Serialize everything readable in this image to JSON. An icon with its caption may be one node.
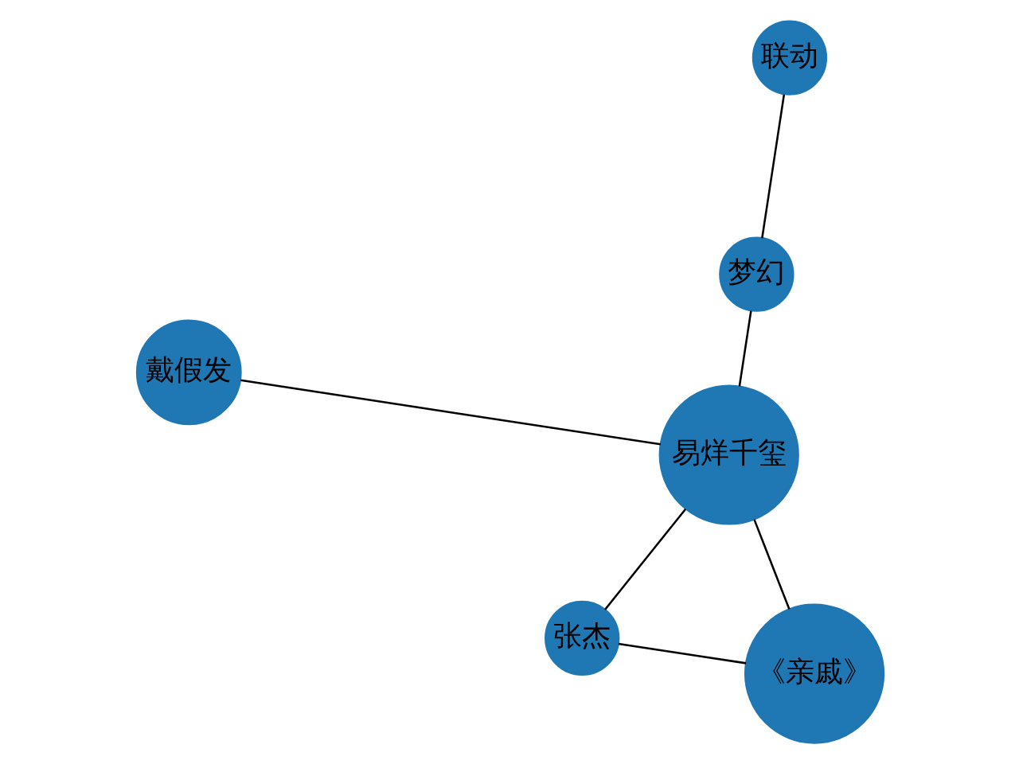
{
  "diagram": {
    "nodes": [
      {
        "text": [
          "戴假发"
        ]
      },
      {
        "text": [
          "联动"
        ]
      },
      {
        "text": [
          "《亲戚》"
        ]
      },
      {
        "text": [
          "梦幻"
        ]
      },
      {
        "text": [
          "张杰"
        ]
      },
      {
        "text": [
          "易烊千玺"
        ]
      }
    ],
    "edges": [
      {
        "from": 0,
        "to": 5,
        "arrow": "none"
      },
      {
        "from": 1,
        "to": 3,
        "arrow": "none"
      },
      {
        "from": 2,
        "to": 5,
        "arrow": "none"
      },
      {
        "from": 2,
        "to": 4,
        "arrow": "none"
      },
      {
        "from": 3,
        "to": 5,
        "arrow": "none"
      },
      {
        "from": 4,
        "to": 5,
        "arrow": "none"
      }
    ]
  }
}
